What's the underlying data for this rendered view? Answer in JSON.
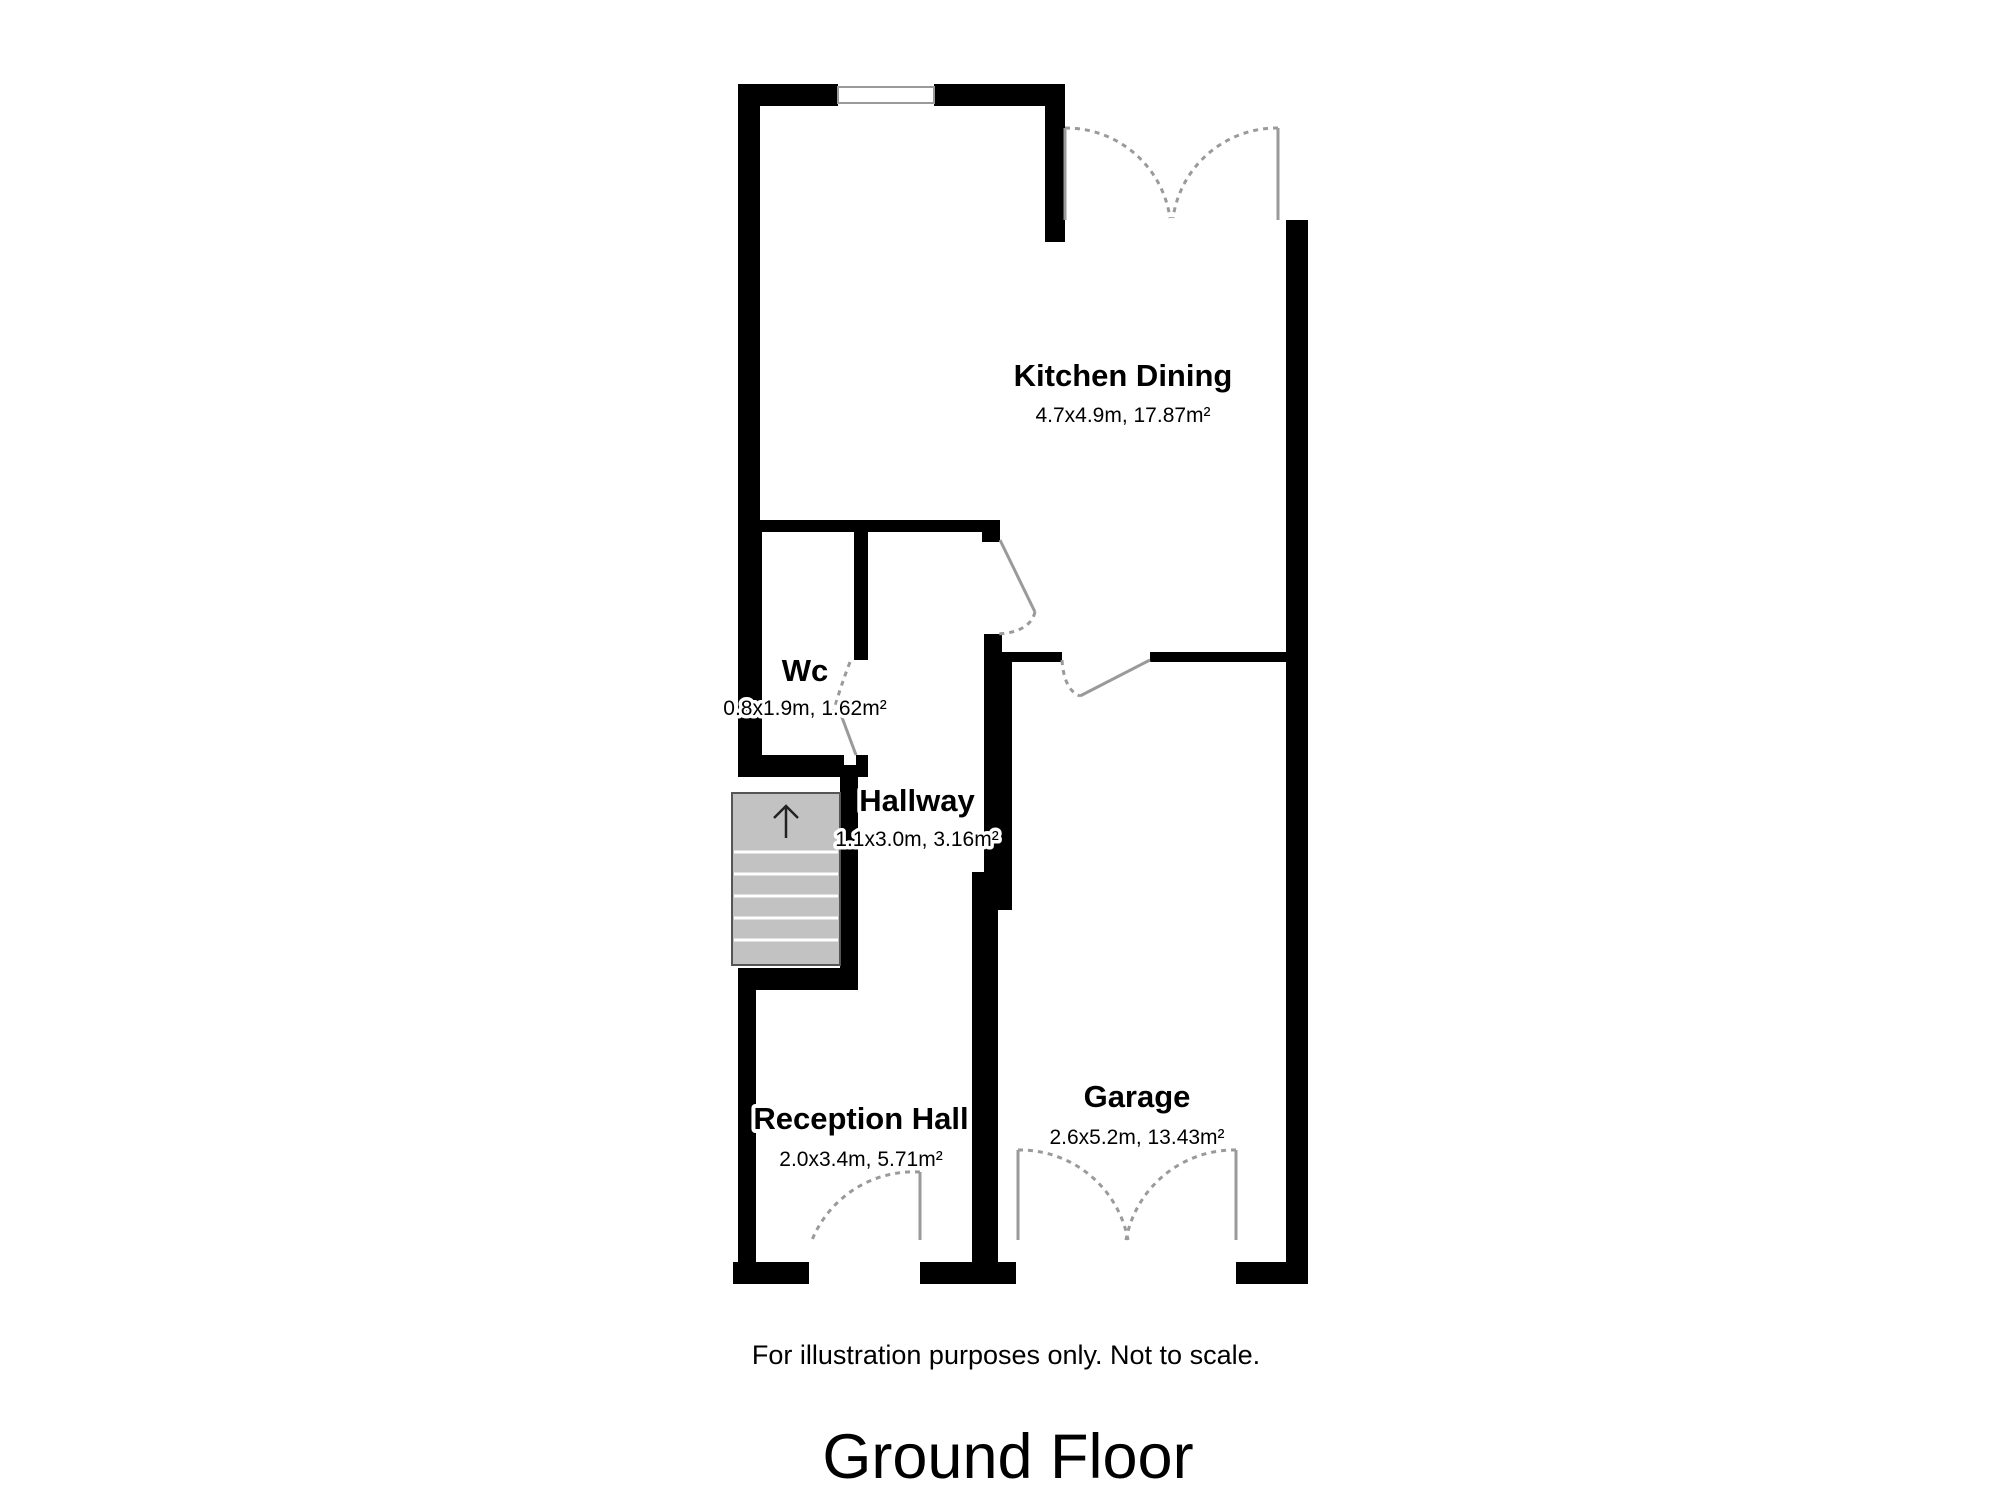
{
  "floor_title": "Ground Floor",
  "disclaimer": "For illustration purposes only. Not to scale.",
  "rooms": {
    "kitchen_dining": {
      "name": "Kitchen Dining",
      "dimensions": "4.7x4.9m, 17.87m²"
    },
    "wc": {
      "name": "Wc",
      "dimensions": "0.8x1.9m, 1.62m²"
    },
    "hallway": {
      "name": "Hallway",
      "dimensions": "1.1x3.0m, 3.16m²"
    },
    "reception_hall": {
      "name": "Reception Hall",
      "dimensions": "2.0x3.4m, 5.71m²"
    },
    "garage": {
      "name": "Garage",
      "dimensions": "2.6x5.2m, 13.43m²"
    }
  },
  "stairs_direction": "up",
  "colors": {
    "walls": "#000000",
    "stairs": "#c2c2c2",
    "door_swing": "#9a9a9a"
  }
}
